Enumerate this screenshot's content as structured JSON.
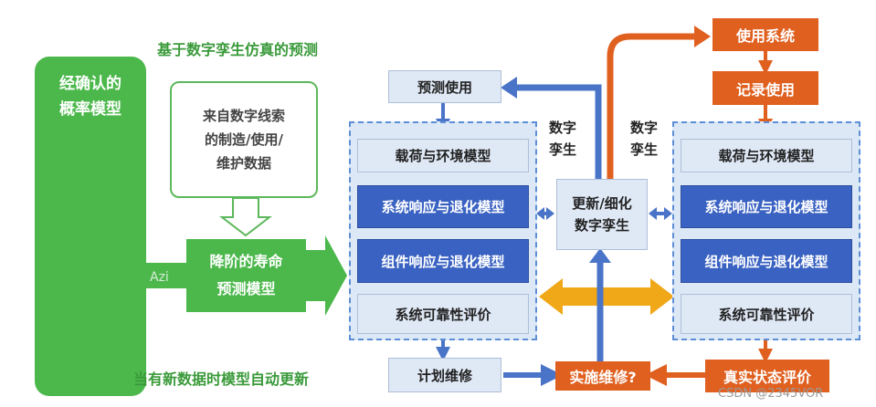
{
  "heading_top": "基于数字孪生仿真的预测",
  "heading_bottom": "当有新数据时模型自动更新",
  "left_panel": {
    "title_line1": "经确认的",
    "title_line2": "概率模型",
    "faint_label": "Azi"
  },
  "digital_thread_box": {
    "line1": "来自数字线索",
    "line2": "的制造/使用/",
    "line3": "维护数据"
  },
  "reduced_model": {
    "line1": "降阶的寿命",
    "line2": "预测模型"
  },
  "left_stack": {
    "predicted_use": "预测使用",
    "load_env": "载荷与环境模型",
    "system_response": "系统响应与退化模型",
    "component_response": "组件响应与退化模型",
    "reliability": "系统可靠性评价",
    "planned_maintenance": "计划维修"
  },
  "middle": {
    "dt_left_line1": "数字",
    "dt_left_line2": "孪生",
    "dt_right_line1": "数字",
    "dt_right_line2": "孪生",
    "update_line1": "更新/细化",
    "update_line2": "数字孪生",
    "perform_maintenance": "实施维修?"
  },
  "right_stack": {
    "use_system": "使用系统",
    "record_use": "记录使用",
    "load_env": "载荷与环境模型",
    "system_response": "系统响应与退化模型",
    "component_response": "组件响应与退化模型",
    "reliability": "系统可靠性评价",
    "actual_state": "真实状态评价"
  },
  "watermark": "CSDN @2345VOR",
  "colors": {
    "green": "#4cb84c",
    "blue_dark": "#3a62c2",
    "blue_light": "#dfe8f5",
    "orange": "#e06020",
    "gold": "#f0a818"
  }
}
